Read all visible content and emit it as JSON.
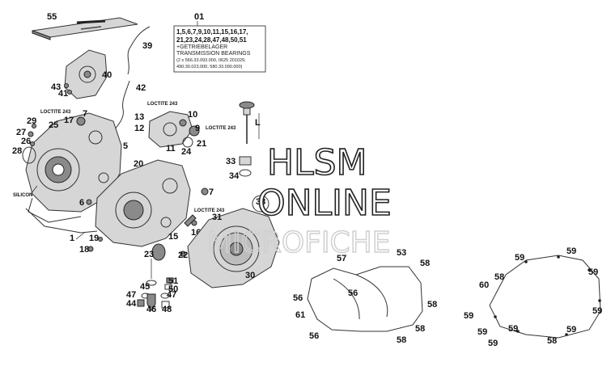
{
  "labels": {
    "p55": "55",
    "p39": "39",
    "p40": "40",
    "p42": "42",
    "p43": "43",
    "p41": "41",
    "p01": "01",
    "p7": "7",
    "p13": "13",
    "p10": "10",
    "p9": "9",
    "p12": "12",
    "p11": "11",
    "p24": "24",
    "p21": "21",
    "p29": "29",
    "p25": "25",
    "p17": "17",
    "p27": "27",
    "p26": "26",
    "p28": "28",
    "p5": "5",
    "p20": "20",
    "p33": "33",
    "p34": "34",
    "pL": "L",
    "p7b": "7",
    "p6": "6",
    "p38": "38",
    "p31": "31",
    "p16": "16",
    "p15": "15",
    "p1": "1",
    "p19": "19",
    "p18": "18",
    "p23": "23",
    "p22": "22",
    "p30": "30",
    "p51": "51",
    "p45": "45",
    "p50": "50",
    "p47a": "47",
    "p47b": "47",
    "p44": "44",
    "p46": "46",
    "p48": "48",
    "p57": "57",
    "p53": "53",
    "p58a": "58",
    "p56a": "56",
    "p56b": "56",
    "p58b": "58",
    "p61": "61",
    "p58c": "58",
    "p56c": "56",
    "p58d": "58",
    "p59a": "59",
    "p59b": "59",
    "p59c": "59",
    "p60": "60",
    "p58e": "58",
    "p59d": "59",
    "p59e": "59",
    "p59f": "59",
    "p59g": "59",
    "p59h": "59",
    "p58f": "58",
    "p59i": "59"
  },
  "annotations": {
    "loctite_a": "LOCTITE 243",
    "loctite_b": "LOCTITE 243",
    "loctite_c": "LOCTITE 243",
    "loctite_d": "LOCTITE 243",
    "silicon": "SILICON"
  },
  "kit_note": {
    "line1": "1,5,6,7,9,10,11,15,16,17,",
    "line2": "21,23,24,28,47,48,50,51",
    "line3": "+GETRIEBELAGER",
    "line4": "TRANSMISSION BEARINGS",
    "line5": "(2 x 566.33.093.000, 0625 201029,",
    "line6": "490.30.023.000, 580.33.090.000)"
  },
  "watermark": {
    "line1": "HLSM",
    "line2": "ONLINE",
    "line3": "MICROFICHE"
  }
}
